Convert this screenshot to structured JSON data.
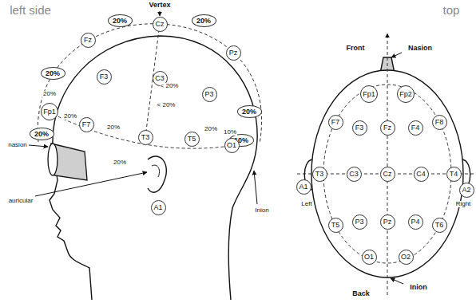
{
  "diagram": {
    "nodes": [
      {
        "text": [
          "20%"
        ]
      },
      {
        "text": [
          "20%"
        ]
      },
      {
        "text": [
          "20%"
        ]
      },
      {
        "text": [
          "20%"
        ]
      },
      {
        "text": [
          "20%"
        ]
      },
      {
        "text": [
          "10%"
        ]
      },
      {
        "text": [
          "Cz"
        ]
      },
      {
        "text": [
          "Fz"
        ]
      },
      {
        "text": [
          "Pz"
        ]
      },
      {
        "text": [
          "F3"
        ]
      },
      {
        "text": [
          "C3"
        ]
      },
      {
        "text": [
          "P3"
        ]
      },
      {
        "text": [
          "Fp1"
        ]
      },
      {
        "text": [
          "F7"
        ]
      },
      {
        "text": [
          "T3"
        ]
      },
      {
        "text": [
          "T5"
        ]
      },
      {
        "text": [
          "O1"
        ]
      },
      {
        "text": [
          "A1"
        ]
      },
      {
        "text": [
          "Fp1"
        ]
      },
      {
        "text": [
          "Fp2"
        ]
      },
      {
        "text": [
          "F7"
        ]
      },
      {
        "text": [
          "F3"
        ]
      },
      {
        "text": [
          "Fz"
        ]
      },
      {
        "text": [
          "F4"
        ]
      },
      {
        "text": [
          "F8"
        ]
      },
      {
        "text": [
          "A1"
        ]
      },
      {
        "text": [
          "T3"
        ]
      },
      {
        "text": [
          "C3"
        ]
      },
      {
        "text": [
          "Cz"
        ]
      },
      {
        "text": [
          "C4"
        ]
      },
      {
        "text": [
          "T4"
        ]
      },
      {
        "text": [
          "A2"
        ]
      },
      {
        "text": [
          "T5"
        ]
      },
      {
        "text": [
          "P3"
        ]
      },
      {
        "text": [
          "Pz"
        ]
      },
      {
        "text": [
          "P4"
        ]
      },
      {
        "text": [
          "T6"
        ]
      },
      {
        "text": [
          "O1"
        ]
      },
      {
        "text": [
          "O2"
        ]
      }
    ],
    "labels": [
      "left side",
      "top",
      "Vertex",
      "nasion",
      "auricular",
      "Inion",
      "20%",
      "20%",
      "20%",
      "20%",
      "20%",
      "10%",
      "< 20%",
      "< 20%",
      "Front",
      "Nasion",
      "Back",
      "Inion",
      "Left",
      "Right"
    ]
  }
}
